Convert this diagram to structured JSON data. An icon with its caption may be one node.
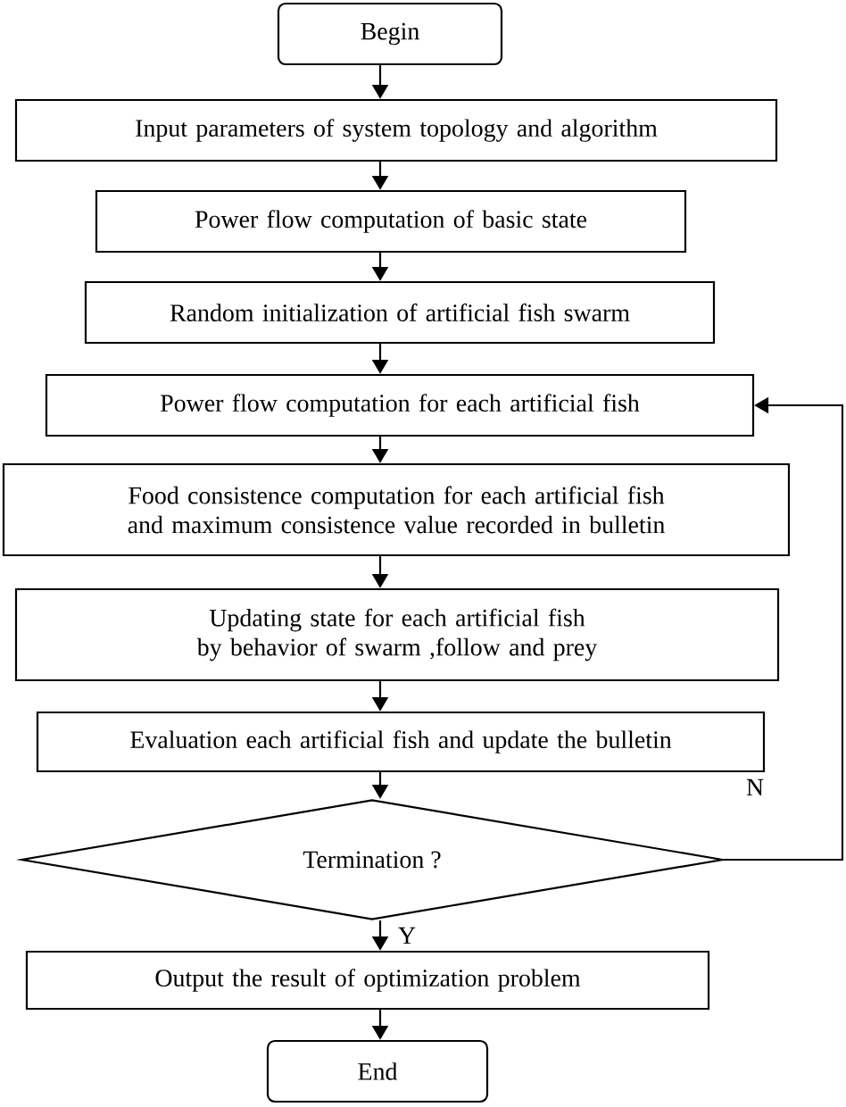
{
  "diagram": {
    "nodes": [
      {
        "text": [
          "Begin"
        ]
      },
      {
        "text": [
          "Input parameters of system topology and algorithm"
        ]
      },
      {
        "text": [
          "Power flow computation of basic state"
        ]
      },
      {
        "text": [
          "Random initialization of artificial fish swarm"
        ]
      },
      {
        "text": [
          "Power flow computation for each artificial fish"
        ]
      },
      {
        "text": [
          "Food consistence computation for each artificial fish and maximum consistence value recorded in bulletin"
        ]
      },
      {
        "text": [
          "Updating state for each artificial fish by behavior of swarm ,follow and prey"
        ]
      },
      {
        "text": [
          "Evaluation each artificial fish and update the bulletin"
        ]
      },
      {
        "text": [
          "Termination ?"
        ]
      },
      {
        "text": [
          "Output the result of optimization problem"
        ]
      },
      {
        "text": [
          "End"
        ]
      }
    ],
    "edges": [
      {
        "from": 0,
        "to": 1,
        "arrow": "to"
      },
      {
        "from": 1,
        "to": 2,
        "arrow": "to"
      },
      {
        "from": 2,
        "to": 3,
        "arrow": "to"
      },
      {
        "from": 3,
        "to": 4,
        "arrow": "to"
      },
      {
        "from": 4,
        "to": 5,
        "arrow": "to"
      },
      {
        "from": 5,
        "to": 6,
        "arrow": "to"
      },
      {
        "from": 6,
        "to": 7,
        "arrow": "to"
      },
      {
        "from": 7,
        "to": 8,
        "arrow": "to"
      },
      {
        "from": 8,
        "to": 4,
        "arrow": "to",
        "label": "N"
      },
      {
        "from": 8,
        "to": 9,
        "arrow": "to",
        "label": "Y"
      },
      {
        "from": 9,
        "to": 10,
        "arrow": "to"
      }
    ]
  }
}
